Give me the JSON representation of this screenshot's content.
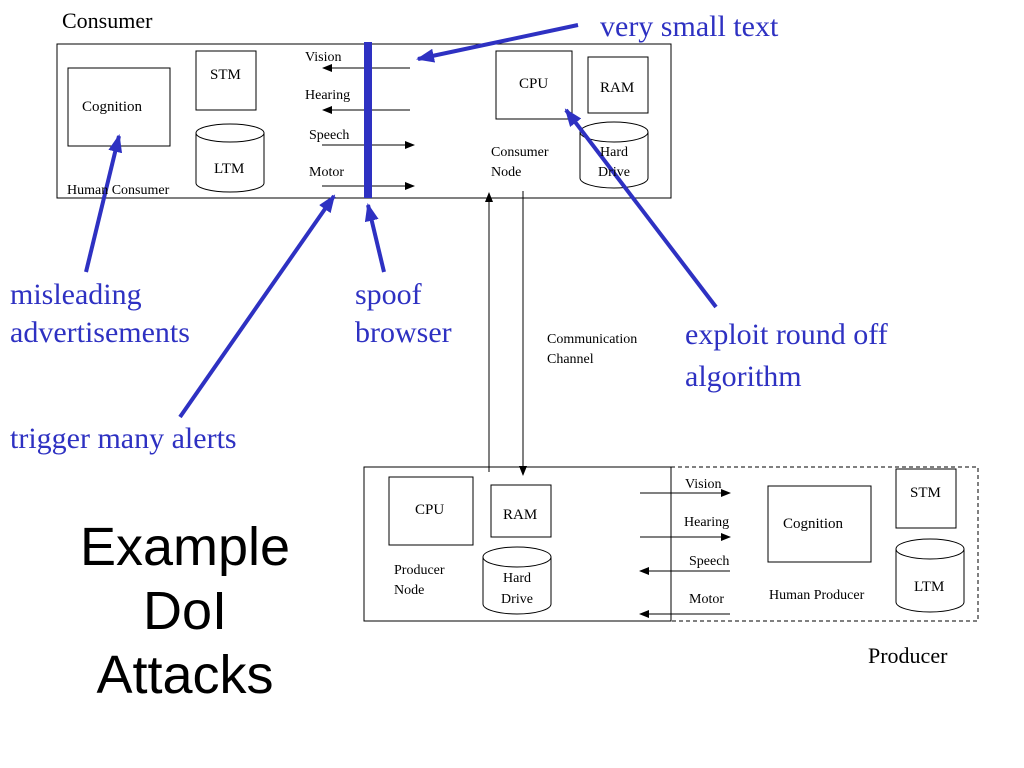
{
  "title": {
    "line1": "Example",
    "line2": "DoI",
    "line3": "Attacks"
  },
  "consumer": {
    "label": "Consumer",
    "human_label": "Human Consumer",
    "stm": "STM",
    "ltm": "LTM",
    "cognition": "Cognition",
    "channels": [
      "Vision",
      "Hearing",
      "Speech",
      "Motor"
    ],
    "cpu": "CPU",
    "ram": "RAM",
    "hard_drive": [
      "Hard",
      "Drive"
    ],
    "node": [
      "Consumer",
      "Node"
    ]
  },
  "communication": [
    "Communication",
    "Channel"
  ],
  "producer": {
    "label": "Producer",
    "human_label": "Human Producer",
    "stm": "STM",
    "ltm": "LTM",
    "cognition": "Cognition",
    "channels": [
      "Vision",
      "Hearing",
      "Speech",
      "Motor"
    ],
    "cpu": "CPU",
    "ram": "RAM",
    "hard_drive": [
      "Hard",
      "Drive"
    ],
    "node": [
      "Producer",
      "Node"
    ]
  },
  "attacks": {
    "very_small_text": "very small text",
    "misleading": [
      "misleading",
      "advertisements"
    ],
    "spoof": [
      "spoof",
      "browser"
    ],
    "round_off": [
      "exploit round off",
      "algorithm"
    ],
    "alerts": "trigger many alerts"
  },
  "colors": {
    "annotation": "#2e31c2",
    "line": "#000000"
  }
}
